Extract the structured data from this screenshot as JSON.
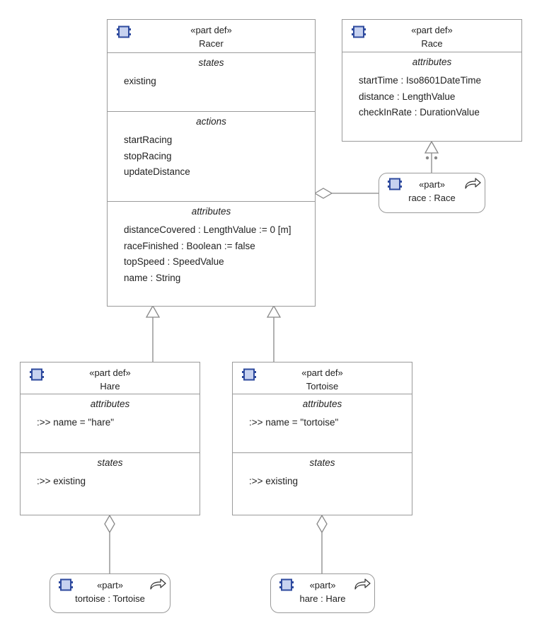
{
  "colors": {
    "icon": "#2e4a9e",
    "icon_fill": "#c7d2f0",
    "line": "#888888",
    "border": "#9a9a9a"
  },
  "racer": {
    "stereotype": "«part def»",
    "name": "Racer",
    "sections": [
      {
        "title": "states",
        "items": [
          "existing"
        ]
      },
      {
        "title": "actions",
        "items": [
          "startRacing",
          "stopRacing",
          "updateDistance"
        ]
      },
      {
        "title": "attributes",
        "items": [
          "distanceCovered : LengthValue := 0 [m]",
          "raceFinished : Boolean := false",
          "topSpeed : SpeedValue",
          "name : String"
        ]
      }
    ]
  },
  "race": {
    "stereotype": "«part def»",
    "name": "Race",
    "sections": [
      {
        "title": "attributes",
        "items": [
          "startTime : Iso8601DateTime",
          "distance : LengthValue",
          "checkInRate : DurationValue"
        ]
      }
    ]
  },
  "hare": {
    "stereotype": "«part def»",
    "name": "Hare",
    "sections": [
      {
        "title": "attributes",
        "items": [
          ":>> name = \"hare\""
        ]
      },
      {
        "title": "states",
        "items": [
          ":>> existing"
        ]
      }
    ]
  },
  "tortoise": {
    "stereotype": "«part def»",
    "name": "Tortoise",
    "sections": [
      {
        "title": "attributes",
        "items": [
          ":>> name = \"tortoise\""
        ]
      },
      {
        "title": "states",
        "items": [
          ":>> existing"
        ]
      }
    ]
  },
  "part_race": {
    "stereotype": "«part»",
    "name": "race : Race"
  },
  "part_tortoise": {
    "stereotype": "«part»",
    "name": "tortoise : Tortoise"
  },
  "part_hare": {
    "stereotype": "«part»",
    "name": "hare : Hare"
  }
}
